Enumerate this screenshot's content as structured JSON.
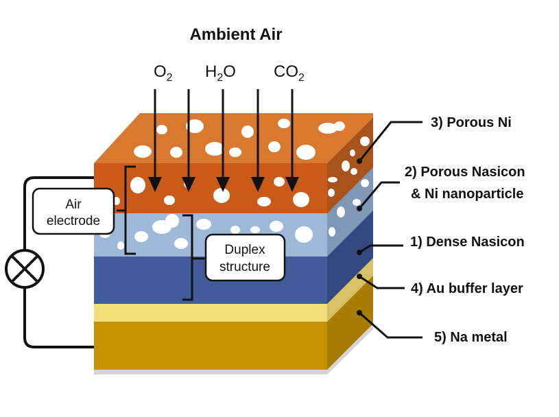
{
  "title": "Ambient Air",
  "gases": [
    {
      "main": "O",
      "sub": "2",
      "tail": ""
    },
    {
      "main": "H",
      "sub": "2",
      "tail": "O"
    },
    {
      "main": "CO",
      "sub": "2",
      "tail": ""
    }
  ],
  "layer_labels": [
    {
      "id": "porous-ni",
      "text": "3) Porous Ni"
    },
    {
      "id": "porous-nasicon",
      "text": "2) Porous Nasicon",
      "text2": "& Ni nanoparticle"
    },
    {
      "id": "dense-nasicon",
      "text": "1) Dense Nasicon"
    },
    {
      "id": "au-buffer",
      "text": "4) Au buffer layer"
    },
    {
      "id": "na-metal",
      "text": "5) Na metal"
    }
  ],
  "callouts": {
    "air_electrode": [
      "Air",
      "electrode"
    ],
    "duplex": [
      "Duplex",
      "structure"
    ]
  },
  "colors": {
    "porous_ni_front": "#C95A17",
    "porous_ni_top": "#D9782F",
    "porous_ni_side": "#A8521C",
    "porous_nasicon_front": "#9DB8D8",
    "porous_nasicon_side": "#7F98B5",
    "dense_nasicon_front": "#435B9A",
    "dense_nasicon_side": "#34487F",
    "au_front": "#F2DE7A",
    "au_side": "#D8C067",
    "na_front": "#C49200",
    "na_side": "#A67C05",
    "shadow": "#D4D4D4"
  }
}
